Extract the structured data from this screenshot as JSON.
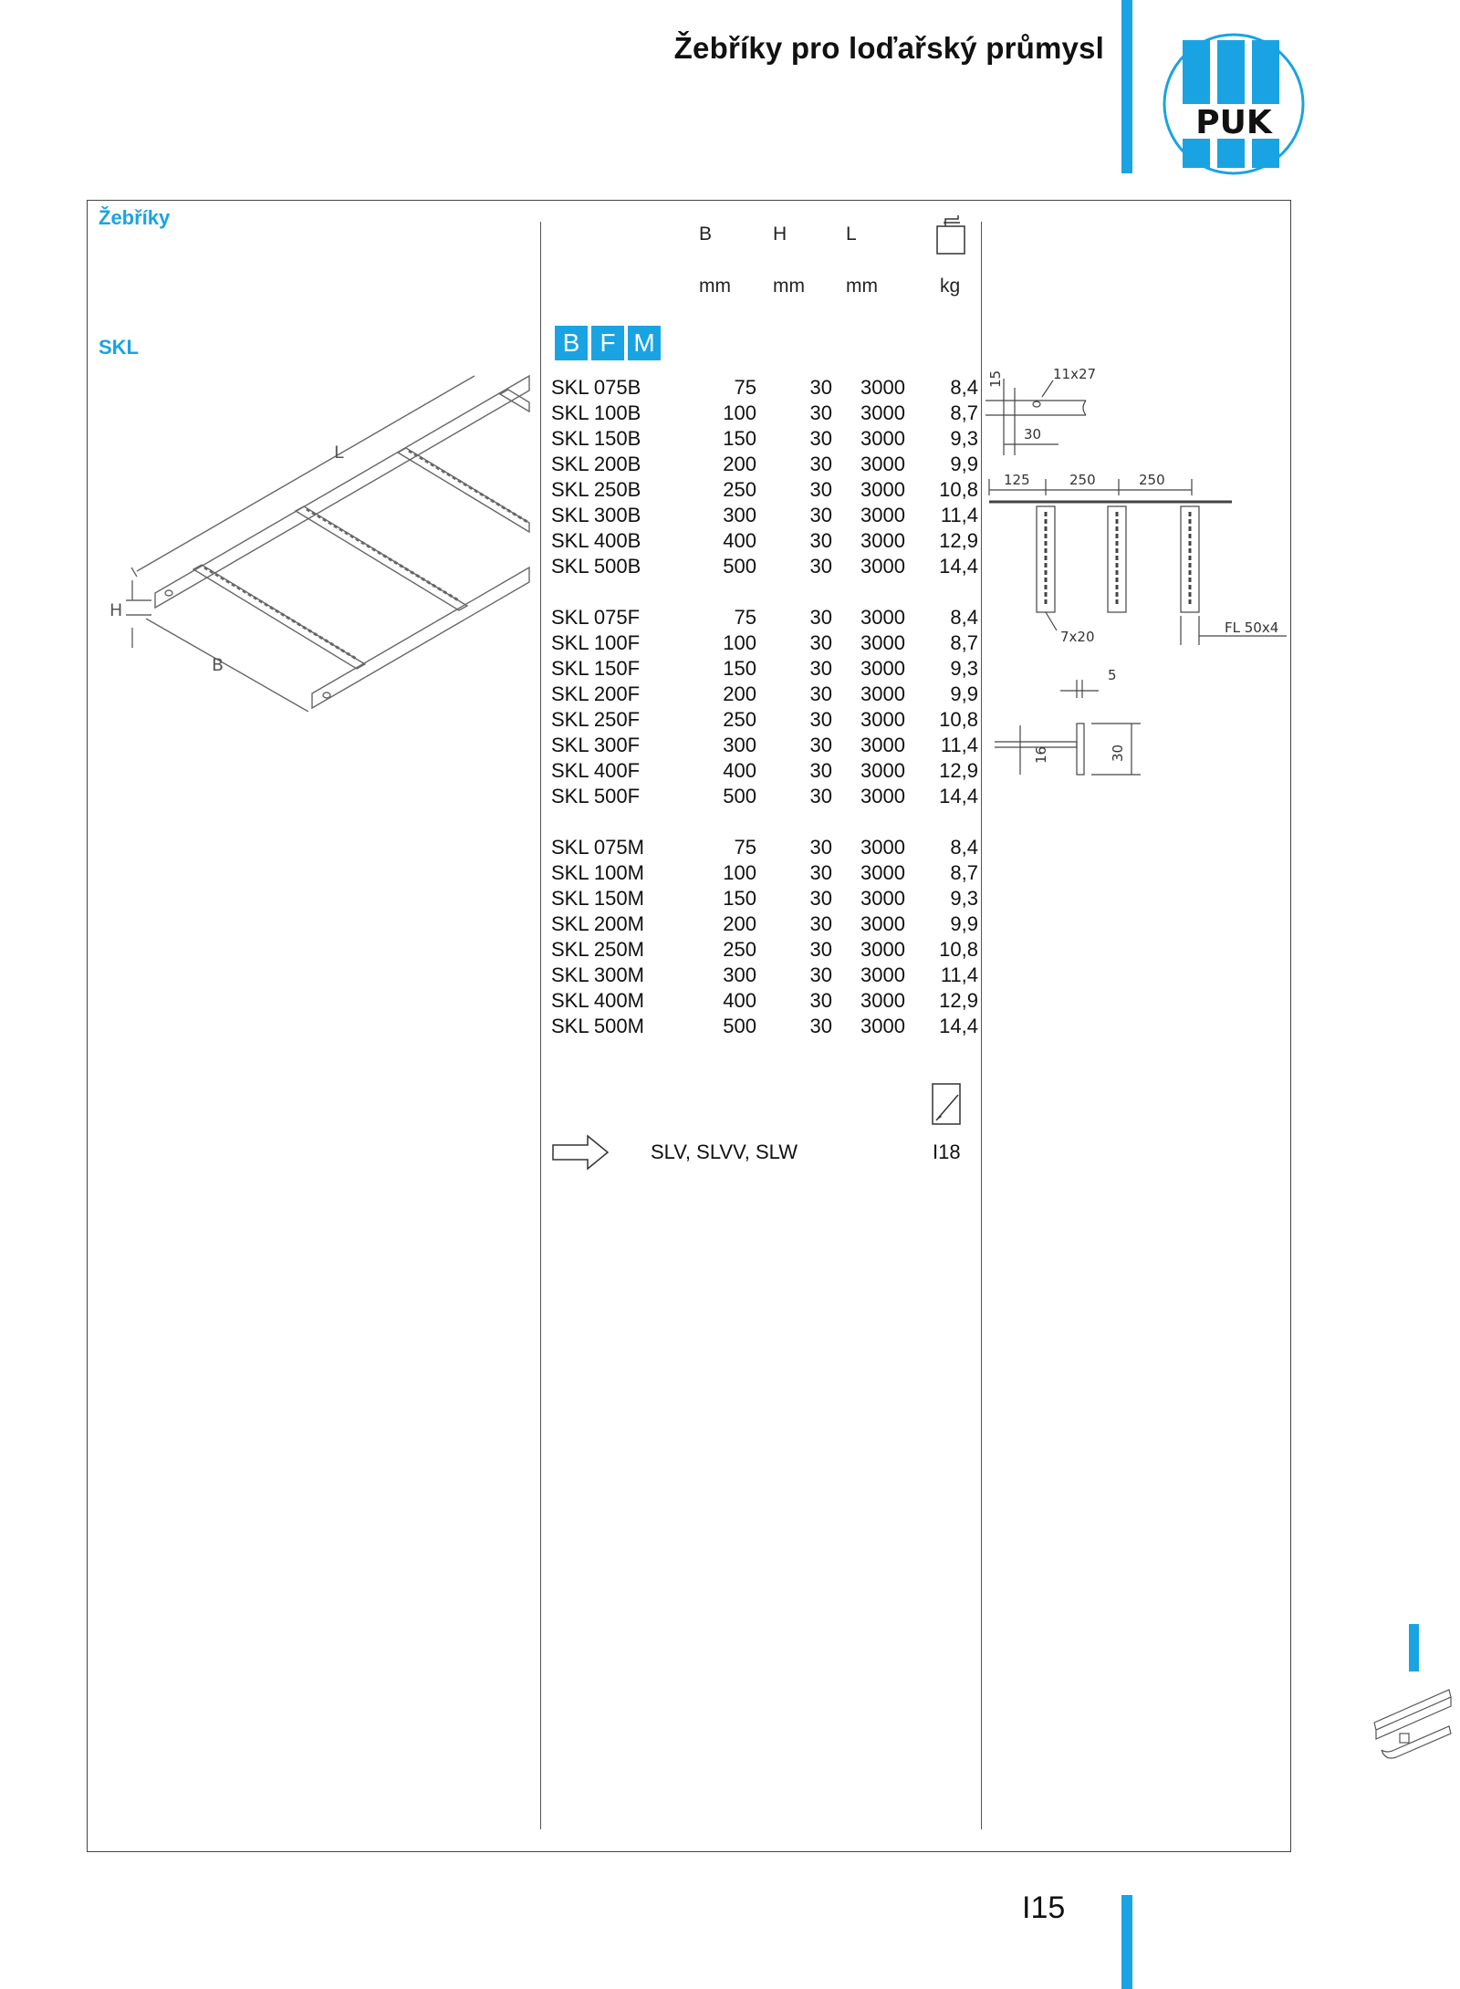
{
  "header": {
    "title": "Žebříky pro loďařský průmysl",
    "logo_text": "PUK"
  },
  "left": {
    "section": "Žebříky",
    "product": "SKL",
    "drawing_labels": {
      "length": "L",
      "height": "H",
      "width": "B"
    }
  },
  "table": {
    "columns": [
      {
        "label": "B",
        "unit": "mm"
      },
      {
        "label": "H",
        "unit": "mm"
      },
      {
        "label": "L",
        "unit": "mm"
      },
      {
        "label": "",
        "unit": "kg",
        "icon": "weight-icon"
      }
    ],
    "badges": [
      "B",
      "F",
      "M"
    ],
    "groups": [
      {
        "rows": [
          [
            "SKL 075B",
            "75",
            "30",
            "3000",
            "8,4"
          ],
          [
            "SKL 100B",
            "100",
            "30",
            "3000",
            "8,7"
          ],
          [
            "SKL 150B",
            "150",
            "30",
            "3000",
            "9,3"
          ],
          [
            "SKL 200B",
            "200",
            "30",
            "3000",
            "9,9"
          ],
          [
            "SKL 250B",
            "250",
            "30",
            "3000",
            "10,8"
          ],
          [
            "SKL 300B",
            "300",
            "30",
            "3000",
            "11,4"
          ],
          [
            "SKL 400B",
            "400",
            "30",
            "3000",
            "12,9"
          ],
          [
            "SKL 500B",
            "500",
            "30",
            "3000",
            "14,4"
          ]
        ]
      },
      {
        "rows": [
          [
            "SKL 075F",
            "75",
            "30",
            "3000",
            "8,4"
          ],
          [
            "SKL 100F",
            "100",
            "30",
            "3000",
            "8,7"
          ],
          [
            "SKL 150F",
            "150",
            "30",
            "3000",
            "9,3"
          ],
          [
            "SKL 200F",
            "200",
            "30",
            "3000",
            "9,9"
          ],
          [
            "SKL 250F",
            "250",
            "30",
            "3000",
            "10,8"
          ],
          [
            "SKL 300F",
            "300",
            "30",
            "3000",
            "11,4"
          ],
          [
            "SKL 400F",
            "400",
            "30",
            "3000",
            "12,9"
          ],
          [
            "SKL 500F",
            "500",
            "30",
            "3000",
            "14,4"
          ]
        ]
      },
      {
        "rows": [
          [
            "SKL 075M",
            "75",
            "30",
            "3000",
            "8,4"
          ],
          [
            "SKL 100M",
            "100",
            "30",
            "3000",
            "8,7"
          ],
          [
            "SKL 150M",
            "150",
            "30",
            "3000",
            "9,3"
          ],
          [
            "SKL 200M",
            "200",
            "30",
            "3000",
            "9,9"
          ],
          [
            "SKL 250M",
            "250",
            "30",
            "3000",
            "10,8"
          ],
          [
            "SKL 300M",
            "300",
            "30",
            "3000",
            "11,4"
          ],
          [
            "SKL 400M",
            "400",
            "30",
            "3000",
            "12,9"
          ],
          [
            "SKL 500M",
            "500",
            "30",
            "3000",
            "14,4"
          ]
        ]
      }
    ],
    "reference": {
      "items": "SLV, SLVV, SLW",
      "page": "I18",
      "icon": "page-reference-icon",
      "arrow_icon": "arrow-right-icon"
    }
  },
  "dimensions": {
    "hole": "11x27",
    "hole_offset": "15",
    "hole_spacing": "30",
    "rung_spacings": [
      "125",
      "250",
      "250"
    ],
    "slot": "7x20",
    "flat_bar": "FL 50x4",
    "thickness": "5",
    "profile_height": "30",
    "flange": "16"
  },
  "footer": {
    "page_number": "I15"
  }
}
